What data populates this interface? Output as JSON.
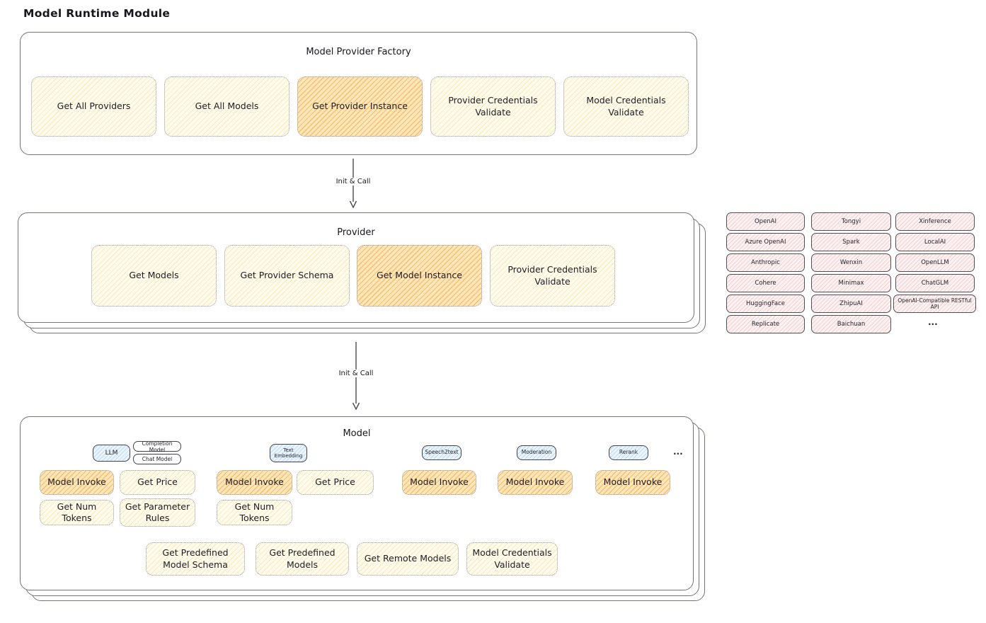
{
  "page": {
    "title": "Model Runtime Module"
  },
  "factory": {
    "title": "Model Provider Factory",
    "buttons": [
      {
        "label": "Get All Providers",
        "variant": "light"
      },
      {
        "label": "Get All Models",
        "variant": "light"
      },
      {
        "label": "Get Provider Instance",
        "variant": "highlight"
      },
      {
        "label": "Provider Credentials Validate",
        "variant": "light"
      },
      {
        "label": "Model Credentials Validate",
        "variant": "light"
      }
    ]
  },
  "arrows": {
    "init_call_1": "Init & Call",
    "init_call_2": "Init & Call"
  },
  "provider": {
    "title": "Provider",
    "buttons": [
      {
        "label": "Get Models",
        "variant": "light"
      },
      {
        "label": "Get Provider Schema",
        "variant": "light"
      },
      {
        "label": "Get Model Instance",
        "variant": "highlight"
      },
      {
        "label": "Provider Credentials Validate",
        "variant": "light"
      }
    ]
  },
  "providers": {
    "col1": [
      "OpenAI",
      "Azure OpenAI",
      "Anthropic",
      "Cohere",
      "HuggingFace",
      "Replicate"
    ],
    "col2": [
      "Tongyi",
      "Spark",
      "Wenxin",
      "Minimax",
      "ZhipuAI",
      "Baichuan"
    ],
    "col3": [
      "Xinference",
      "LocalAI",
      "OpenLLM",
      "ChatGLM",
      "OpenAI-Compatible RESTful API"
    ],
    "more": "..."
  },
  "model": {
    "title": "Model",
    "tags": {
      "llm": "LLM",
      "completion": "Completion Model",
      "chat": "Chat Model",
      "text_embedding": "Text Embedding",
      "speech2text": "Speech2text",
      "moderation": "Moderation",
      "rerank": "Rerank",
      "more": "..."
    },
    "buttons": {
      "llm_invoke": "Model Invoke",
      "llm_get_price": "Get Price",
      "llm_get_num_tokens": "Get Num Tokens",
      "llm_get_parameter_rules": "Get Parameter Rules",
      "te_invoke": "Model Invoke",
      "te_get_price": "Get Price",
      "te_get_num_tokens": "Get Num Tokens",
      "s2t_invoke": "Model Invoke",
      "moderation_invoke": "Model Invoke",
      "rerank_invoke": "Model Invoke"
    },
    "bottom_buttons": [
      {
        "label": "Get Predefined Model Schema"
      },
      {
        "label": "Get Predefined Models"
      },
      {
        "label": "Get Remote Models"
      },
      {
        "label": "Model Credentials Validate"
      }
    ]
  },
  "colors": {
    "highlight_fill": "#ffe9c2",
    "light_fill": "#fffcee",
    "pink_fill": "#fdf2f2",
    "blue_fill": "#eaf4fc",
    "panel_border": "#73737d",
    "arrow": "#4a4a52"
  }
}
